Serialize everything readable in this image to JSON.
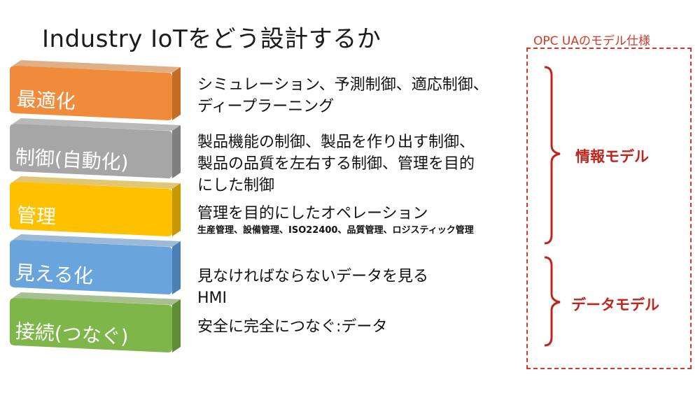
{
  "title": "Industry IoTをどう設計するか",
  "layers": [
    {
      "label": "最適化",
      "color": "#ef8b3a",
      "dark": "#c56d22",
      "lines": [
        "シミュレーション、予測制御、適応制御、",
        "ディープラーニング"
      ],
      "sub": ""
    },
    {
      "label": "制御(自動化)",
      "color": "#a6a6a6",
      "dark": "#7f7f7f",
      "lines": [
        "製品機能の制御、製品を作り出す制御、",
        "製品の品質を左右する制御、管理を目的",
        "にした制御"
      ],
      "sub": ""
    },
    {
      "label": "管理",
      "color": "#ffc000",
      "dark": "#c99700",
      "lines": [
        "管理を目的にしたオペレーション"
      ],
      "sub": "生産管理、設備管理、ISO22400、品質管理、ロジスティック管理"
    },
    {
      "label": "見える化",
      "color": "#6aa4dd",
      "dark": "#4a80b6",
      "lines": [
        "見なければならないデータを見る",
        "HMI"
      ],
      "sub": ""
    },
    {
      "label": "接続(つなぐ)",
      "color": "#7fb64a",
      "dark": "#5e8d33",
      "lines": [
        "安全に完全につなぐ:データ"
      ],
      "sub": ""
    }
  ],
  "model_box": {
    "caption": "OPC UAのモデル仕様",
    "border_color": "#d03a2a",
    "groups": [
      {
        "label": "情報モデル"
      },
      {
        "label": "データモデル"
      }
    ]
  }
}
